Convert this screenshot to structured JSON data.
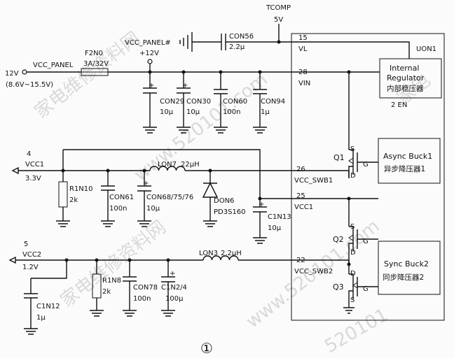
{
  "figure_number": "①",
  "watermarks": [
    "家电维修资料网",
    "www.520101.com",
    "家电维修资料网",
    "www.520101.com",
    "520101",
    "家电"
  ],
  "input": {
    "number": "12V",
    "range": "(8.6V~15.5V)",
    "net": "VCC_PANEL"
  },
  "fuse": {
    "ref": "F2N0",
    "rating": "3A/32V"
  },
  "panel_net": {
    "name": "VCC_PANEL#",
    "voltage": "+12V"
  },
  "tcomp": {
    "name": "TCOMP",
    "voltage": "5V"
  },
  "con56": {
    "ref": "CON56",
    "value": "2.2μ"
  },
  "input_caps": [
    {
      "ref": "CON29",
      "value": "10μ"
    },
    {
      "ref": "CON30",
      "value": "10μ"
    },
    {
      "ref": "CON60",
      "value": "100n"
    },
    {
      "ref": "CON94",
      "value": "1μ"
    }
  ],
  "ic": {
    "ref": "UON1",
    "pins": [
      {
        "num": "15",
        "name": "VL"
      },
      {
        "num": "28",
        "name": "VIN"
      },
      {
        "num": "26",
        "name": "VCC_SWB1"
      },
      {
        "num": "25",
        "name": "VCC1"
      },
      {
        "num": "22",
        "name": "VCC_SWB2"
      }
    ],
    "en_label": "2 EN",
    "regulator": {
      "line1": "Internal",
      "line2": "Regulator",
      "line3": "内部稳压器"
    },
    "buck1": {
      "line1": "Async Buck1",
      "line2": "异步降压器1"
    },
    "buck2": {
      "line1": "Sync Buck2",
      "line2": "同步降压器2"
    }
  },
  "transistors": [
    {
      "ref": "Q1",
      "s": "S",
      "g": "G",
      "d": "D"
    },
    {
      "ref": "Q2",
      "s": "S",
      "g": "G",
      "d": "D"
    },
    {
      "ref": "Q3",
      "s": "S",
      "g": "G",
      "d": "D"
    }
  ],
  "vcc1": {
    "number": "4",
    "name": "VCC1",
    "voltage": "3.3V"
  },
  "vcc1_parts": {
    "r1n10": {
      "ref": "R1N10",
      "value": "2k"
    },
    "con61": {
      "ref": "CON61",
      "value": "100n"
    },
    "con68": {
      "ref": "CON68/75/76",
      "value": "10μ"
    },
    "lon7": {
      "ref": "LON7",
      "value": "22μH"
    },
    "don6": {
      "ref": "DON6",
      "part": "PD3S160"
    },
    "c1n13": {
      "ref": "C1N13",
      "value": "10μ"
    }
  },
  "vcc2": {
    "number": "5",
    "name": "VCC2",
    "voltage": "1.2V"
  },
  "vcc2_parts": {
    "c1n12": {
      "ref": "C1N12",
      "value": "1μ"
    },
    "r1n8": {
      "ref": "R1N8",
      "value": "2k"
    },
    "con78": {
      "ref": "CON78",
      "value": "100n"
    },
    "c1n2": {
      "ref": "C1N2/4",
      "value": "100μ"
    },
    "lon3": {
      "ref": "LON3",
      "value": "2.2μH"
    }
  }
}
